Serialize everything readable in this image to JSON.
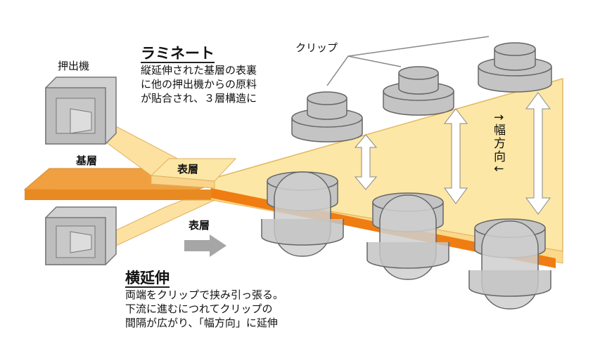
{
  "labels": {
    "extruder": "押出機",
    "base_layer": "基層",
    "surface_layer_top": "表層",
    "surface_layer_bottom": "表層",
    "clip": "クリップ",
    "width_direction": "↑幅方向↓"
  },
  "laminate": {
    "title": "ラミネート",
    "lines": [
      "縦延伸された基層の表裏",
      "に他の押出機からの原料",
      "が貼合され、３層構造に"
    ]
  },
  "transverse": {
    "title": "横延伸",
    "lines": [
      "両端をクリップで挟み引っ張る。",
      "下流に進むにつれてクリップの",
      "間隔が広がり、「幅方向」に延伸"
    ]
  },
  "colors": {
    "film": "#fde7a6",
    "base": "#f0a040",
    "base_dark": "#e07810",
    "machine": "#c8c8c8",
    "clip": "#bdbdbd"
  }
}
